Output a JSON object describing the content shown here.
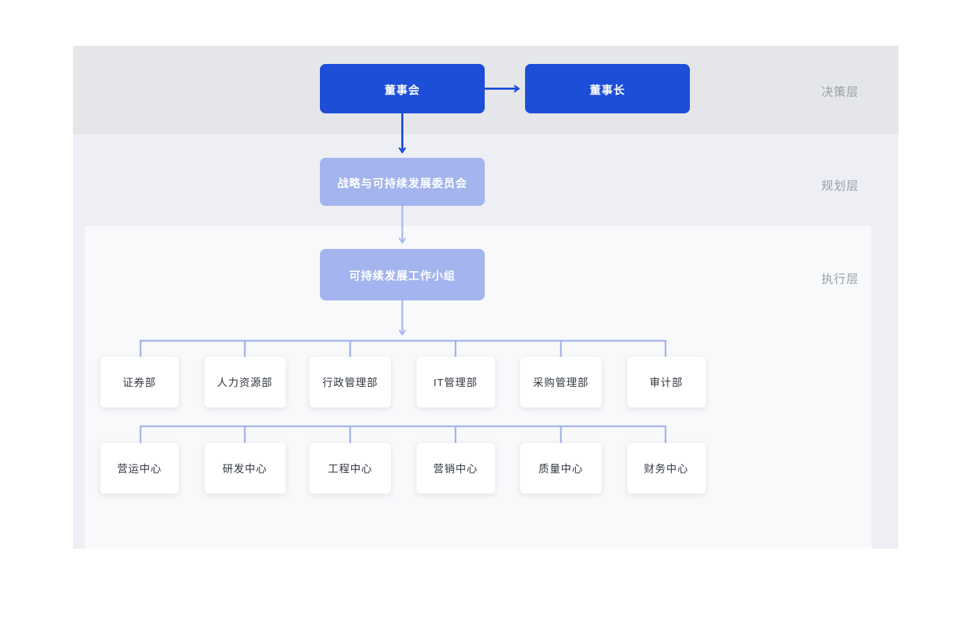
{
  "diagram": {
    "layers": {
      "decision": {
        "label": "决策层"
      },
      "planning": {
        "label": "规划层"
      },
      "execution": {
        "label": "执行层"
      }
    },
    "nodes": {
      "board": "董事会",
      "chairman": "董事长",
      "committee": "战略与可持续发展委员会",
      "workgroup": "可持续发展工作小组"
    },
    "departments": [
      "证券部",
      "人力资源部",
      "行政管理部",
      "IT管理部",
      "采购管理部",
      "审计部"
    ],
    "centers": [
      "营运中心",
      "研发中心",
      "工程中心",
      "营销中心",
      "质量中心",
      "财务中心"
    ],
    "colors": {
      "primary_blue": "#1d4ed8",
      "secondary_blue": "#a3b4ee",
      "connector_blue": "#a3b4ec",
      "band_decision": "#e5e6ea",
      "band_planning": "#edeff4",
      "band_execution": "#f8f9fa",
      "label_gray": "#9aa0a8"
    }
  }
}
